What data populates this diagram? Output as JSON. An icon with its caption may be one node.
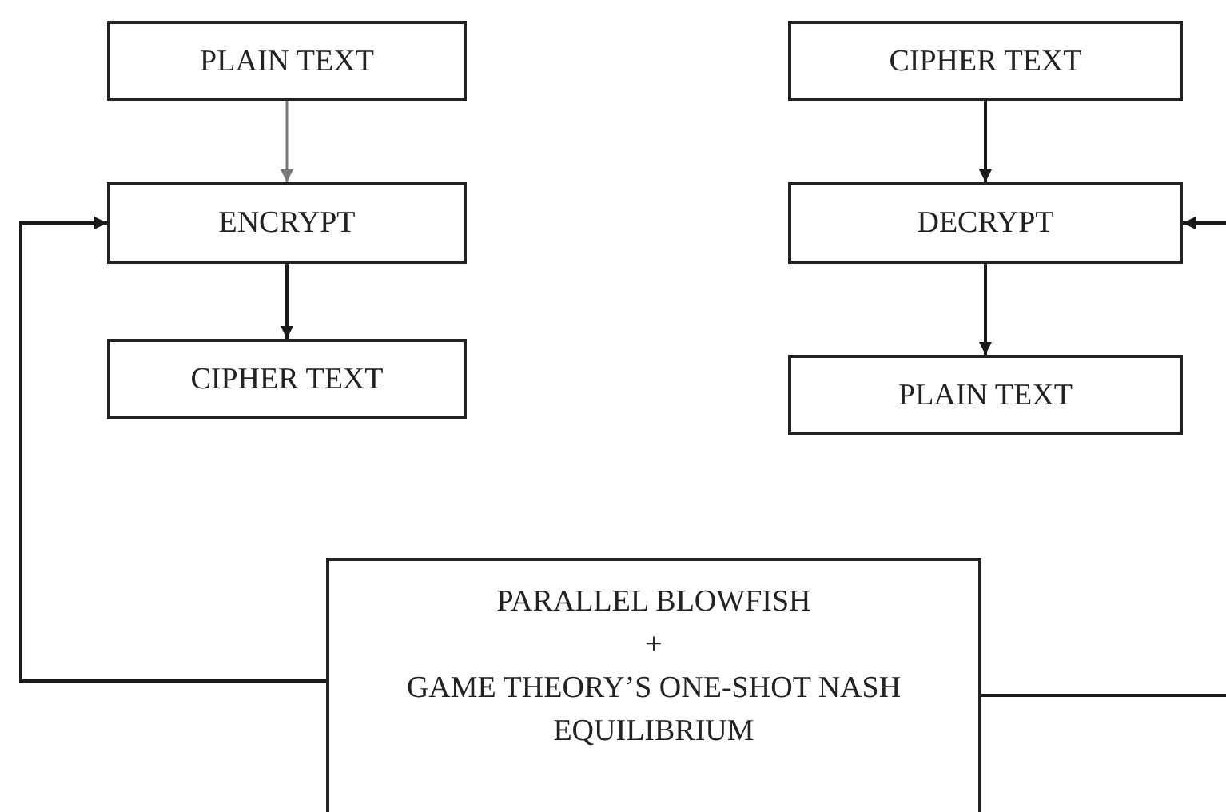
{
  "diagram": {
    "nodes": [
      {
        "text": [
          "PLAIN TEXT"
        ]
      },
      {
        "text": [
          "ENCRYPT"
        ]
      },
      {
        "text": [
          "CIPHER TEXT"
        ]
      },
      {
        "text": [
          "CIPHER TEXT"
        ]
      },
      {
        "text": [
          "DECRYPT"
        ]
      },
      {
        "text": [
          "PLAIN TEXT"
        ]
      },
      {
        "text": [
          "PARALLEL BLOWFISH",
          "+",
          "GAME THEORY’S ONE-SHOT NASH EQUILIBRIUM"
        ]
      }
    ],
    "edges": [
      {
        "from": 0,
        "to": 1,
        "arrow": "to",
        "color": "#777777"
      },
      {
        "from": 1,
        "to": 2,
        "arrow": "to"
      },
      {
        "from": 3,
        "to": 4,
        "arrow": "to"
      },
      {
        "from": 4,
        "to": 5,
        "arrow": "to"
      },
      {
        "from": 6,
        "to": 1,
        "arrow": "to"
      },
      {
        "from": 6,
        "to": 4,
        "arrow": "to"
      }
    ]
  }
}
